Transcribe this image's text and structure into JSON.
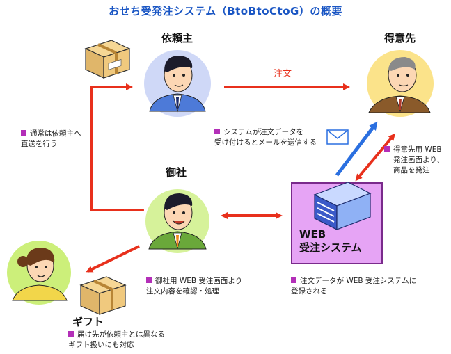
{
  "title": "おせち受発注システム（BtoBtoCtoG）の概要",
  "roles": {
    "client": "依頼主",
    "supplier": "得意先",
    "company": "御社",
    "gift": "ギフト"
  },
  "order_label": "注文",
  "web_system": {
    "line1": "WEB",
    "line2": "受注システム"
  },
  "notes": {
    "direct_ship": [
      "通常は依頼主へ",
      "直送を行う"
    ],
    "mail": [
      "システムが注文データを",
      "受け付けるとメールを送信する"
    ],
    "supplier_screen": [
      "得意先用 WEB",
      "発注画面より、",
      "商品を発注"
    ],
    "company_screen": [
      "御社用 WEB 受注画面より",
      "注文内容を確認・処理"
    ],
    "registration": [
      "注文データが WEB 受注システムに",
      "登録される"
    ],
    "gift_note": [
      "届け先が依頼主とは異なる",
      "ギフト扱いにも対応"
    ]
  },
  "colors": {
    "title": "#1a56c4",
    "arrow_red": "#e8301c",
    "arrow_blue": "#2a6fe0",
    "bullet": "#b32fb8",
    "web_box": "#e6a4f5",
    "halo_blue": "#cfd8f7",
    "halo_yellow": "#fbe38a",
    "halo_green": "#d6f29a",
    "halo_green_gift": "#ccef7a"
  }
}
